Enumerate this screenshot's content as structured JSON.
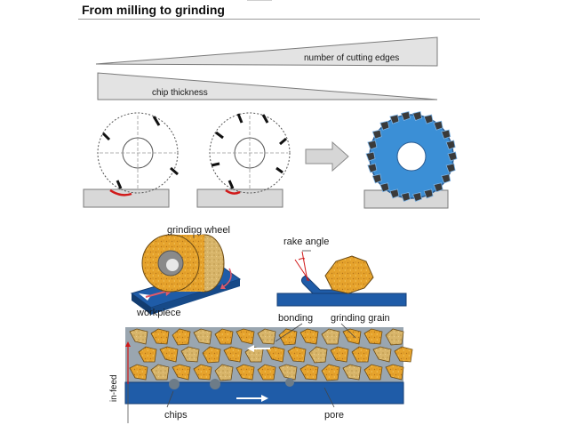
{
  "title": "From milling to grinding",
  "labels": {
    "cutting_edges": "number of cutting edges",
    "chip_thickness": "chip thickness",
    "grinding_wheel": "grinding wheel",
    "workpiece": "workpiece",
    "rake_angle": "rake angle",
    "bonding": "bonding",
    "grinding_grain": "grinding grain",
    "in_feed": "in-feed",
    "chips": "chips",
    "pore": "pore"
  },
  "colors": {
    "steel_blue": "#1f5ca8",
    "wheel_blue": "#3b8fd6",
    "grain_orange": "#e6a32c",
    "grain_tan": "#d8b56a",
    "wedge_gray": "#e3e3e3",
    "chip_red": "#d11a1a",
    "arrow_pink": "#e05a6a"
  }
}
